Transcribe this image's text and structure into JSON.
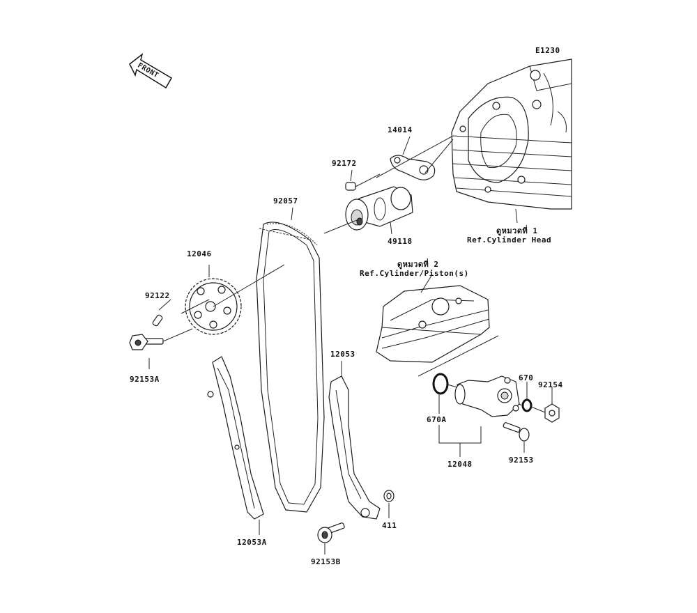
{
  "diagram_code": "E1230",
  "front_label": "FRONT",
  "labels": {
    "p14014": "14014",
    "p92172": "92172",
    "p49118": "49118",
    "p92057": "92057",
    "p12046": "12046",
    "p92122": "92122",
    "p92153A": "92153A",
    "p12053": "12053",
    "p12053A": "12053A",
    "p92153B": "92153B",
    "p411": "411",
    "p670": "670",
    "p92154": "92154",
    "p670A": "670A",
    "p12048": "12048",
    "p92153": "92153"
  },
  "refs": {
    "ref1_thai": "ดูหมวดที่ 1",
    "ref1_text": "Ref.Cylinder Head",
    "ref2_thai": "ดูหมวดที่ 2",
    "ref2_text": "Ref.Cylinder/Piston(s)"
  }
}
